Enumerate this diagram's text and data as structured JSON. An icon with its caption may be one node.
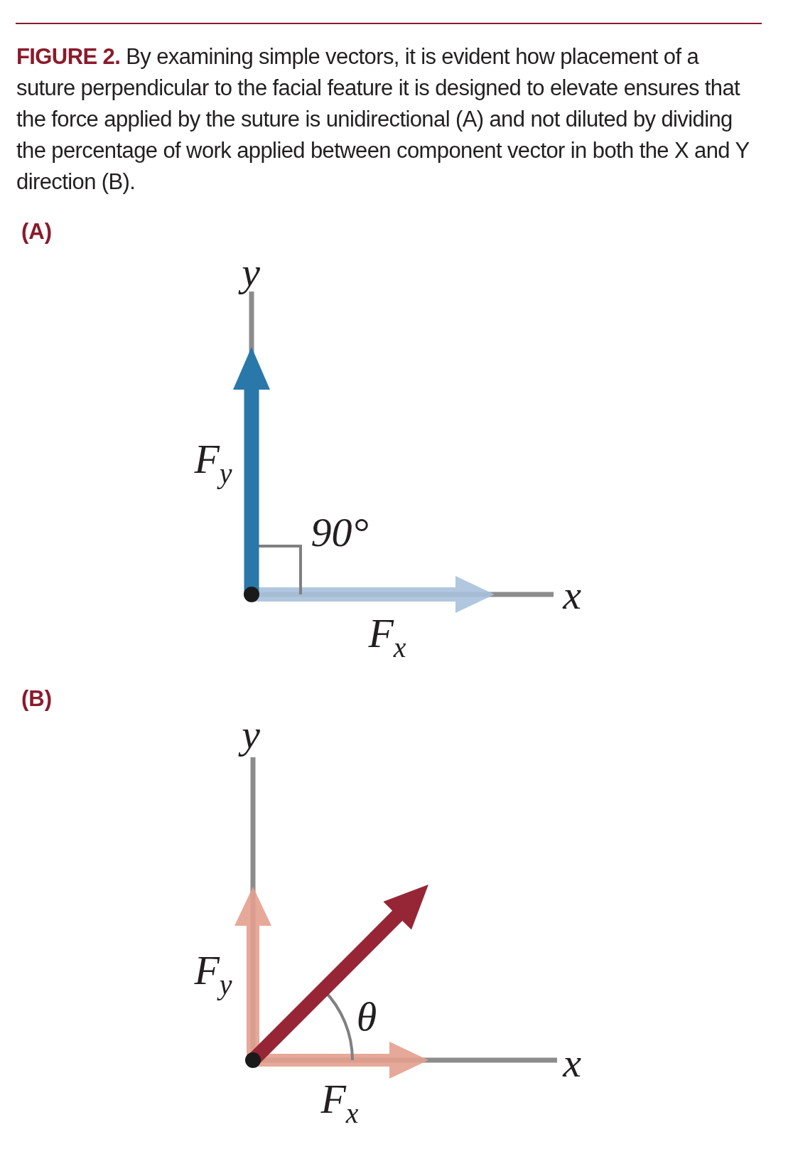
{
  "diagram": {
    "caption": "**FIGURE 2.** By examining simple vectors, it is evident how placement of a suture perpendicular to the facial feature it is designed to elevate ensures that the force applied by the suture is unidirectional (A) and not diluted by dividing the percentage of work applied between component vector in both the X and Y direction (B).",
    "labels": [
      "(A)",
      "y",
      "F$_{y}$",
      "90°",
      "x",
      "F$_{x}$",
      "(B)",
      "y",
      "F$_{y}$",
      "θ",
      "x",
      "F$_{x}$"
    ]
  }
}
